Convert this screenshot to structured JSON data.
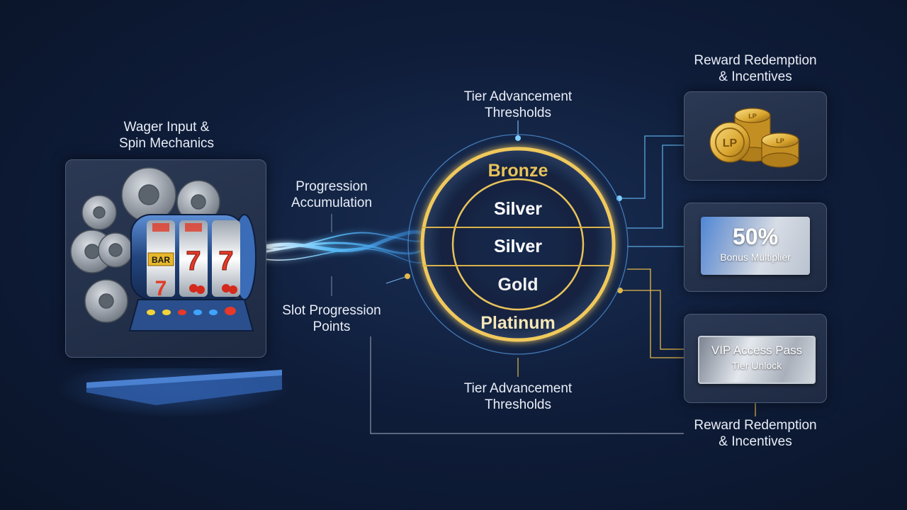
{
  "labels": {
    "wager_line1": "Wager Input &",
    "wager_line2": "Spin Mechanics",
    "progression_line1": "Progression",
    "progression_line2": "Accumulation",
    "slot_points_line1": "Slot Progression",
    "slot_points_line2": "Points",
    "tier_top_line1": "Tier Advancement",
    "tier_top_line2": "Thresholds",
    "tier_bottom_line1": "Tier Advancement",
    "tier_bottom_line2": "Thresholds",
    "reward_top_line1": "Reward Redemption",
    "reward_top_line2": "& Incentives",
    "reward_bottom_line1": "Reward Redemption",
    "reward_bottom_line2": "& Incentives"
  },
  "tiers": {
    "bronze": "Bronze",
    "silver_1": "Silver",
    "silver_2": "Silver",
    "gold": "Gold",
    "platinum": "Platinum"
  },
  "slot": {
    "reel_bar": "BAR",
    "reel_seven": "7"
  },
  "coins": {
    "coin_mark": "LP"
  },
  "rewards": {
    "multiplier_value": "50%",
    "multiplier_label": "Bonus Multiplier",
    "vip_title": "VIP Access Pass",
    "vip_sub": "Tier Unlock"
  },
  "colors": {
    "gold": "#e8c35a",
    "blue_glow": "#4fb4ff",
    "panel_bg": "#25324c"
  }
}
